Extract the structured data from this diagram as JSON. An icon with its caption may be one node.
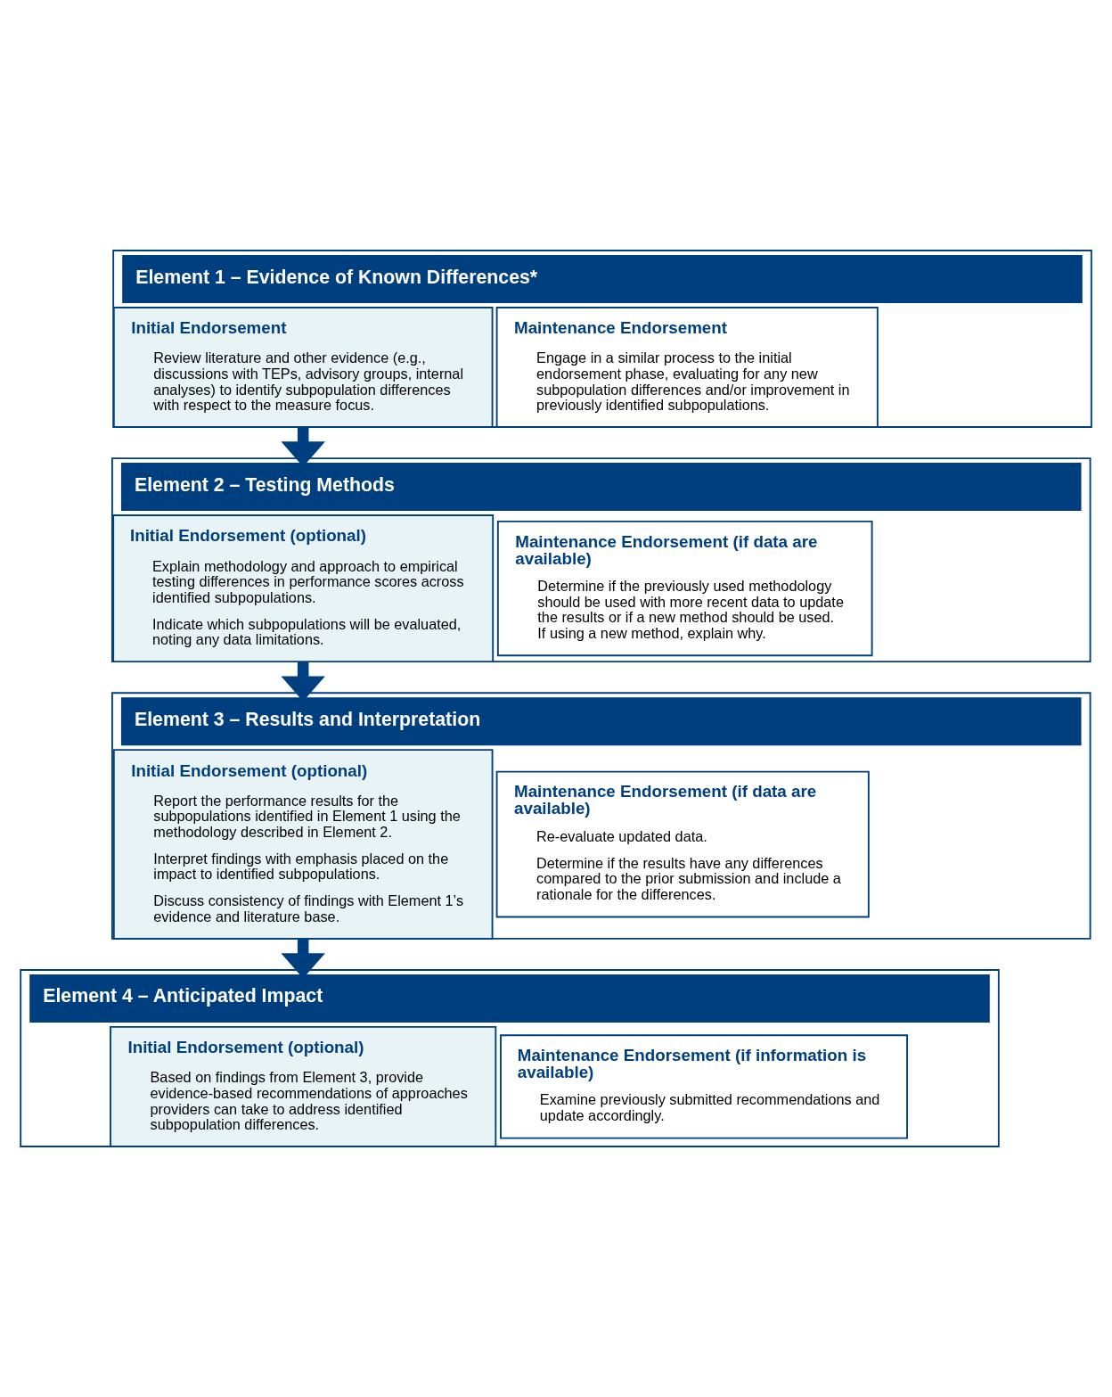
{
  "diagram": {
    "nodes": [
      {
        "text": [
          "Element 1 – Evidence of Known Differences*"
        ]
      },
      {
        "text": [
          "Initial Endorsement",
          "Review literature and other evidence (e.g., discussions with TEPs, advisory groups, internal analyses) to identify subpopulation differences with respect to the measure focus."
        ],
        "in": 0
      },
      {
        "text": [
          "Maintenance Endorsement",
          "Engage in a similar process to the initial endorsement phase, evaluating for any new subpopulation differences and/or improvement in previously identified subpopulations."
        ],
        "in": 0
      },
      {
        "text": [
          "Element 2 – Testing Methods"
        ]
      },
      {
        "text": [
          "Initial Endorsement (optional)",
          "Explain methodology and approach to empirical testing differences in performance scores across identified subpopulations.",
          "Indicate which subpopulations will be evaluated, noting any data limitations."
        ],
        "in": 3
      },
      {
        "text": [
          "Maintenance Endorsement (if data are available)",
          "Determine if the previously used methodology should be used with more recent data to update the results or if a new method should be used. If using a new method, explain why."
        ],
        "in": 3
      },
      {
        "text": [
          "Element 3 – Results and Interpretation"
        ]
      },
      {
        "text": [
          "Initial Endorsement (optional)",
          "Report the performance results for the subpopulations identified in Element 1 using the methodology described in Element 2.",
          "Interpret findings with emphasis placed on the impact to identified subpopulations.",
          "Discuss consistency of findings with Element 1’s evidence and literature base."
        ],
        "in": 6
      },
      {
        "text": [
          "Maintenance Endorsement (if data are available)",
          "Re-evaluate updated data.",
          "Determine if the results have any differences compared to the prior submission and include a rationale for the differences."
        ],
        "in": 6
      },
      {
        "text": [
          "Element 4 – Anticipated Impact"
        ]
      },
      {
        "text": [
          "Initial Endorsement (optional)",
          "Based on findings from Element 3, provide evidence-based recommendations of approaches providers can take to address identified subpopulation differences."
        ],
        "in": 9
      },
      {
        "text": [
          "Maintenance Endorsement (if information is available)",
          "Examine previously submitted recommendations and update accordingly."
        ],
        "in": 9
      }
    ],
    "edges": [
      {
        "from": 0,
        "to": 3,
        "arrow": "to"
      },
      {
        "from": 3,
        "to": 6,
        "arrow": "to"
      },
      {
        "from": 6,
        "to": 9,
        "arrow": "to"
      }
    ]
  }
}
